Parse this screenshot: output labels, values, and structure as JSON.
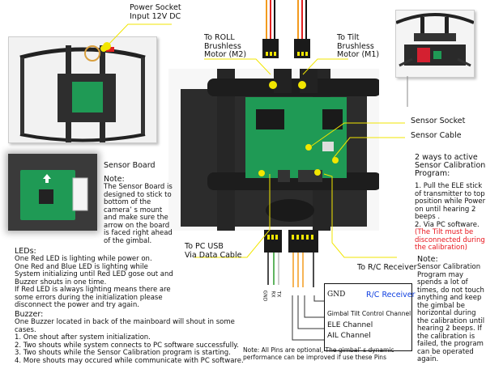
{
  "callouts": {
    "power_socket": [
      "Power Socket",
      "Input 12V DC"
    ],
    "roll_motor": [
      "To ROLL",
      "Brushless",
      "Motor (M2)"
    ],
    "tilt_motor": [
      "To Tilt",
      "Brushless",
      "Motor (M1)"
    ],
    "sensor_socket": "Sensor Socket",
    "sensor_cable": "Sensor Cable",
    "pc_usb": [
      "To PC USB",
      "Via Data Cable"
    ],
    "rc_receiver": "To R/C Receiver"
  },
  "sensor_board": {
    "title": "Sensor Board",
    "note_heading": "Note:",
    "note_lines": [
      "The Sensor Board is",
      "designed to stick to",
      "bottom of  the",
      "camera’ s mount",
      "and make sure the",
      "arrow on the board",
      "is faced right ahead",
      "of the  gimbal."
    ]
  },
  "calibration": {
    "heading_lines": [
      "2 ways to active",
      "Sensor Calibration",
      "Program:"
    ],
    "step_lines": [
      "1. Pull the ELE stick",
      "of transmitter to top",
      "position while Power",
      "on until hearing 2",
      "beeps .",
      "2. Via PC software."
    ],
    "warning_lines": [
      "(The Tilt must be",
      "disconnected during",
      "the calibration)"
    ],
    "colors": {
      "warning": "#e8141c"
    }
  },
  "calibration_note": {
    "heading": "Note:",
    "lines": [
      "Sensor Calibration",
      "Program may",
      "spends a lot of",
      "times, do not touch",
      "anything and keep",
      "the gimbal be",
      "horizontal during",
      "the calibration until",
      "hearing 2 beeps. If",
      "the calibration is",
      "failed, the program",
      "can be operated",
      "again."
    ]
  },
  "leds": {
    "heading": "LEDs:",
    "lines": [
      "One Red LED is lighting while power on.",
      "One Red and Blue LED is lighting while",
      "System initializing until Red LED gose out and",
      "Buzzer shouts in one time.",
      "If Red LED is always lighting means there are",
      "some errors during the initialization please",
      "disconnect the power and try again."
    ]
  },
  "buzzer": {
    "heading": "Buzzer:",
    "lines": [
      "One Buzzer located in back of the mainboard will shout in some cases.",
      "1. One shout after system initialization.",
      "2. Two shouts while system connects to PC software successfully.",
      "3. Two shouts while the Sensor Calibration program is starting.",
      "4. More shouts may occured while communicate with PC software."
    ]
  },
  "pc_pins": [
    "GND",
    "RX",
    "TX"
  ],
  "receiver_box": {
    "title": "R/C Receiver",
    "rows": [
      "GND",
      "Gimbal Tilt Control Channel",
      "ELE Channel",
      "AIL Channel"
    ],
    "colors": {
      "title": "#1040e0"
    }
  },
  "pins_note": [
    "Note: All Pins are optional, The gimbal’ s dynamic",
    "performance can be improved if use these Pins"
  ],
  "colors": {
    "callout": "#f2e600",
    "board": "#1f9a55",
    "carbon": "#2a2a2a"
  }
}
